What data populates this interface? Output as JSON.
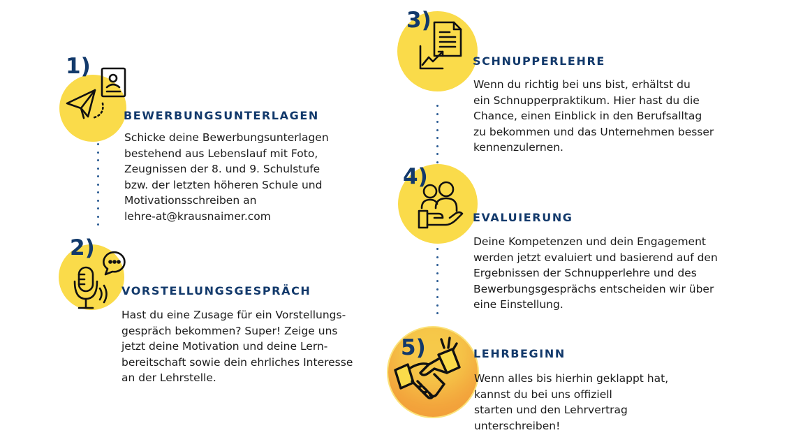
{
  "steps": [
    {
      "number": "1)",
      "title": "BEWERBUNGSUNTERLAGEN",
      "icon": "paper-plane-resume-icon",
      "lines": [
        "Schicke deine Bewerbungsunterlagen",
        "bestehend aus Lebenslauf mit Foto,",
        "Zeugnissen der 8. und 9. Schulstufe",
        "bzw. der letzten höheren Schule und",
        "Motivationsschreiben an",
        "lehre-at@krausnaimer.com"
      ]
    },
    {
      "number": "2)",
      "title": "VORSTELLUNGSGESPRÄCH",
      "icon": "microphone-speech-bubble-icon",
      "lines": [
        "Hast du eine Zusage für ein Vorstellungs-",
        "gespräch bekommen? Super! Zeige uns",
        "jetzt deine Motivation und deine Lern-",
        "bereitschaft sowie dein ehrliches Interesse",
        "an der Lehrstelle."
      ]
    },
    {
      "number": "3)",
      "title": "SCHNUPPERLEHRE",
      "icon": "document-growth-chart-icon",
      "lines": [
        "Wenn du richtig bei uns bist, erhältst du",
        "ein Schnupperpraktikum. Hier hast du die",
        "Chance, einen Einblick in den Berufsalltag",
        "zu bekommen und das Unternehmen besser",
        "kennenzulernen."
      ]
    },
    {
      "number": "4)",
      "title": "EVALUIERUNG",
      "icon": "people-in-hand-icon",
      "lines": [
        "Deine Kompetenzen und dein Engagement",
        "werden jetzt evaluiert und basierend auf den",
        "Ergebnissen der Schnupperlehre und des",
        "Bewerbungsgesprächs entscheiden wir über",
        "eine Einstellung."
      ]
    },
    {
      "number": "5)",
      "title": "LEHRBEGINN",
      "icon": "handshake-icon",
      "lines": [
        "Wenn alles bis hierhin geklappt hat,",
        "kannst du bei uns offiziell",
        "starten und den Lehrvertrag",
        "unterschreiben!"
      ]
    }
  ],
  "colors": {
    "accent": "#fadb4a",
    "accent_dark": "#f2a93b",
    "title": "#12396b",
    "text": "#1b1b1b"
  }
}
